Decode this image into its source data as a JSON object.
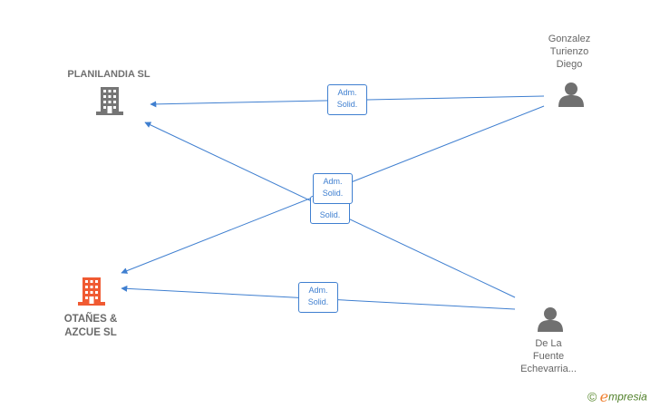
{
  "nodes": {
    "planilandia": {
      "label": "PLANILANDIA SL",
      "kind": "company",
      "color": "#757575"
    },
    "otanes": {
      "label_line1": "OTAÑES &",
      "label_line2": "AZCUE  SL",
      "kind": "company",
      "color": "#f05a32"
    },
    "gonzalez": {
      "label_line1": "Gonzalez",
      "label_line2": "Turienzo",
      "label_line3": "Diego",
      "kind": "person",
      "color": "#707070"
    },
    "delafuente": {
      "label_line1": "De La",
      "label_line2": "Fuente",
      "label_line3": "Echevarria...",
      "kind": "person",
      "color": "#707070"
    }
  },
  "edges": [
    {
      "from": "gonzalez",
      "to": "planilandia",
      "line1": "Adm.",
      "line2": "Solid."
    },
    {
      "from": "gonzalez",
      "to": "otanes",
      "line1": "Adm.",
      "line2": "Solid."
    },
    {
      "from": "delafuente",
      "to": "planilandia",
      "line1": "",
      "line2": "Solid."
    },
    {
      "from": "delafuente",
      "to": "otanes",
      "line1": "Adm.",
      "line2": "Solid."
    }
  ],
  "edge_color": "#3f7fd0",
  "brand": {
    "symbol": "©",
    "e": "e",
    "rest": "mpresia"
  },
  "icons": {
    "company": "building-icon",
    "person": "person-icon"
  }
}
